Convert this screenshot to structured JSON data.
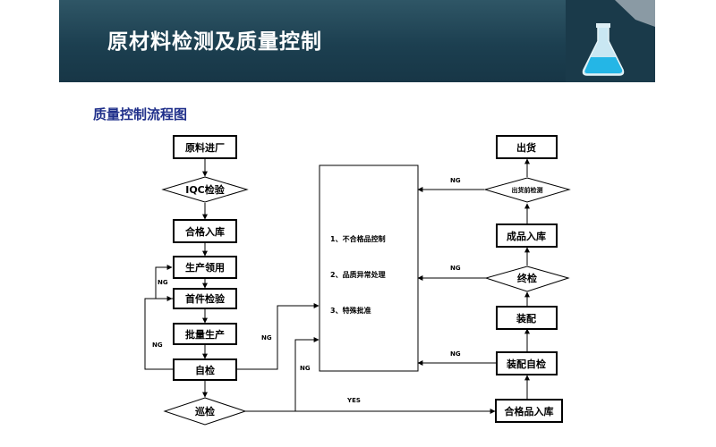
{
  "header": {
    "title": "原材料检测及质量控制"
  },
  "section_title": "质量控制流程图",
  "left_column": {
    "n1": "原料进厂",
    "n2": "IQC检验",
    "n3": "合格入库",
    "n4": "生产领用",
    "n5": "首件检验",
    "n6": "批量生产",
    "n7": "自检",
    "n8": "巡检"
  },
  "right_column": {
    "r1": "出货",
    "r2": "出货前检测",
    "r3": "成品入库",
    "r4": "终检",
    "r5": "装配",
    "r6": "装配自检",
    "r7": "合格品入库"
  },
  "control_box": {
    "items": [
      "1、不合格品控制",
      "2、品质异常处理",
      "3、特殊批准"
    ]
  },
  "edge_labels": {
    "ng": "NG",
    "yes": "YES"
  }
}
